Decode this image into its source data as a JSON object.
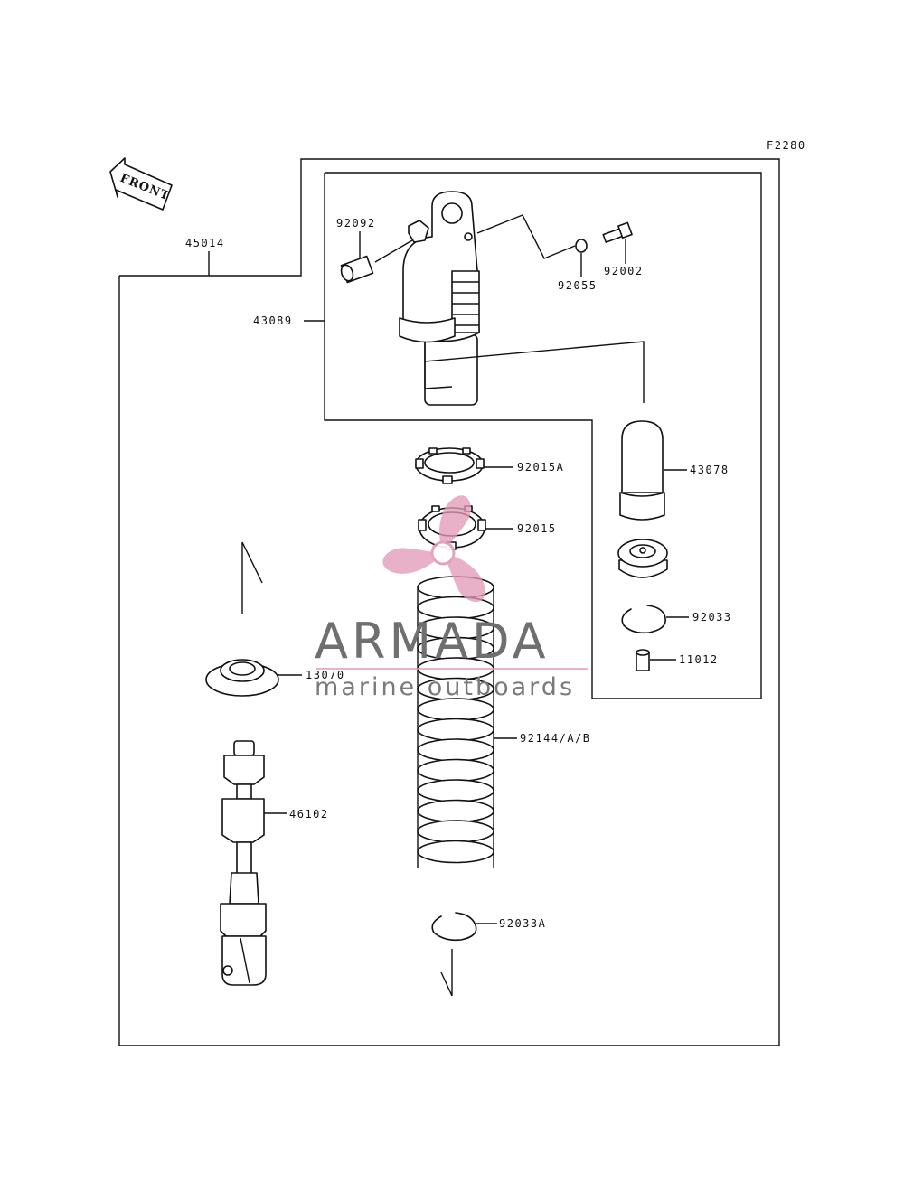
{
  "figure_code": "F2280",
  "front_label": "FRONT",
  "parts": [
    {
      "id": "45014"
    },
    {
      "id": "92092"
    },
    {
      "id": "43089"
    },
    {
      "id": "92055"
    },
    {
      "id": "92002"
    },
    {
      "id": "92015A"
    },
    {
      "id": "92015"
    },
    {
      "id": "43078"
    },
    {
      "id": "92033"
    },
    {
      "id": "11012"
    },
    {
      "id": "13070"
    },
    {
      "id": "92144/A/B"
    },
    {
      "id": "46102"
    },
    {
      "id": "92033A"
    }
  ],
  "watermark": {
    "brand": "ARMADA",
    "tagline": "marine outboards",
    "logo_color": "#e39ab6",
    "text_color": "#6f6f6f"
  }
}
